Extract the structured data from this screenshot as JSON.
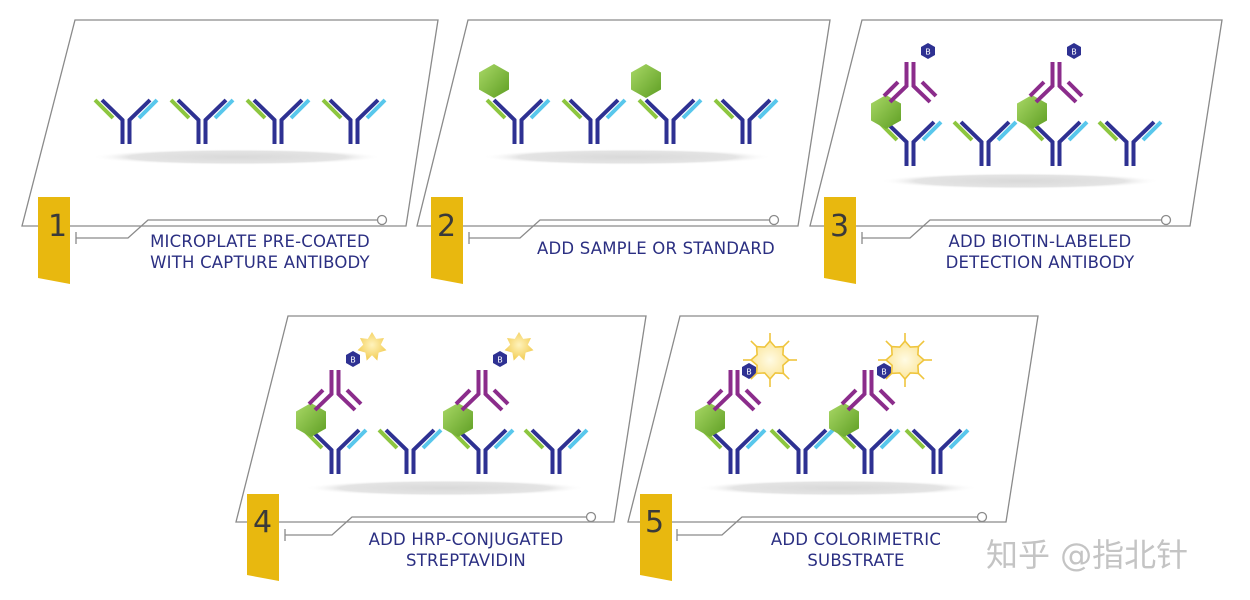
{
  "steps": [
    {
      "number": "1",
      "line1": "MICROPLATE PRE-COATED",
      "line2": "WITH CAPTURE ANTIBODY"
    },
    {
      "number": "2",
      "line1": "ADD SAMPLE OR STANDARD",
      "line2": ""
    },
    {
      "number": "3",
      "line1": "ADD BIOTIN-LABELED",
      "line2": "DETECTION ANTIBODY"
    },
    {
      "number": "4",
      "line1": "ADD HRP-CONJUGATED",
      "line2": "STREPTAVIDIN"
    },
    {
      "number": "5",
      "line1": "ADD COLORIMETRIC",
      "line2": "SUBSTRATE"
    }
  ],
  "biotin_label": "B",
  "watermark": "知乎 @指北针",
  "colors": {
    "capture_heavy": "#2e3192",
    "capture_light_blue": "#58c7ec",
    "capture_light_green": "#8dc63f",
    "detection_antibody": "#8b2c8b",
    "antigen": "#7dbb35",
    "biotin": "#2e3192",
    "hrp": "#f7d774",
    "number_tab": "#e8b80f",
    "text": "#2b2f82"
  },
  "icons": [
    "capture-antibody-icon",
    "antigen-icon",
    "detection-antibody-icon",
    "biotin-icon",
    "hrp-icon",
    "substrate-icon"
  ]
}
